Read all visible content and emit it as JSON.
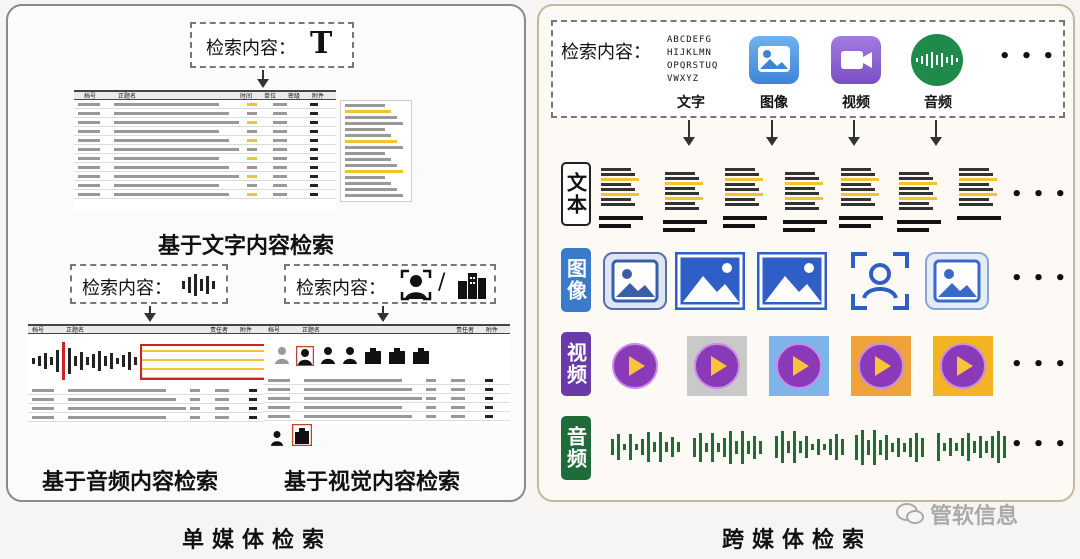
{
  "left": {
    "text_query_label": "检索内容：",
    "text_query_glyph": "T",
    "text_caption": "基于文字内容检索",
    "audio_query_label": "检索内容：",
    "audio_caption": "基于音频内容检索",
    "visual_query_label": "检索内容：",
    "visual_slash": "/",
    "visual_caption": "基于视觉内容检索",
    "table_headers": [
      "档号",
      "正题名",
      "时间",
      "单位",
      "密级",
      "附件"
    ],
    "small_headers": [
      "档号",
      "正题名",
      "责任者",
      "附件"
    ],
    "bottom_caption": "单媒体检索"
  },
  "right": {
    "query_label": "检索内容：",
    "alphabet_lines": [
      "ABCDEFG",
      "HIJKLMN",
      "OPQRSTUQ",
      "VWXYZ"
    ],
    "modality_labels": [
      "文字",
      "图像",
      "视频",
      "音频"
    ],
    "ellipsis": "• • •",
    "row_tags": [
      "文本",
      "图像",
      "视频",
      "音频"
    ],
    "bottom_caption": "跨媒体检索",
    "watermark": "管软信息"
  },
  "colors": {
    "tag_text_border": "#222222",
    "tag_image": "#3a7ac8",
    "tag_video": "#6a3aa8",
    "tag_audio": "#1f6b3a",
    "highlight": "#f2c230",
    "accent_red": "#cc2222"
  }
}
